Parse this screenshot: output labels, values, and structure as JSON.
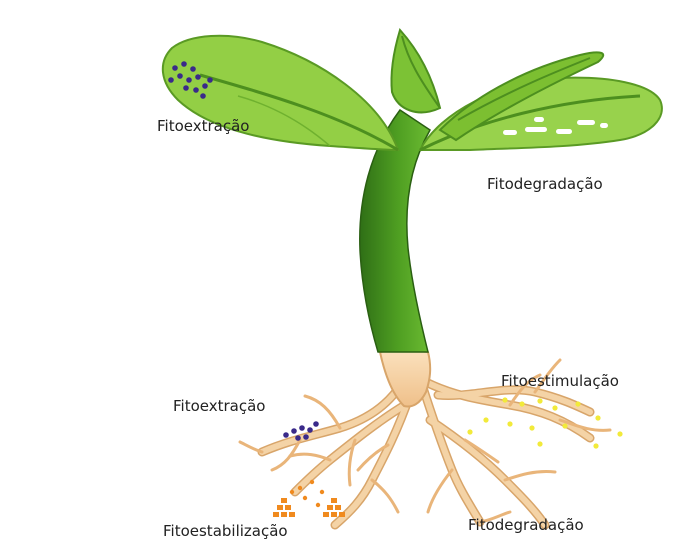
{
  "diagram": {
    "labels": {
      "leaf_extraction": "Fitoextração",
      "leaf_degradation": "Fitodegradação",
      "root_stimulation": "Fitoestimulação",
      "root_extraction": "Fitoextração",
      "root_stabilization": "Fitoestabilização",
      "root_degradation": "Fitodegradação"
    },
    "colors": {
      "leaf_light": "#9ad24a",
      "leaf_mid": "#7bbf2e",
      "leaf_dark": "#3f8a1c",
      "stem_dark": "#2f6f16",
      "stem_light": "#5fae2a",
      "root": "#f1c896",
      "root_outline": "#d8a56a",
      "extraction_particles": "#3a2a8a",
      "stimulation_particles": "#f2ea3a",
      "stabilization_particles": "#f08a1e",
      "degradation_marks": "#ffffff"
    }
  }
}
